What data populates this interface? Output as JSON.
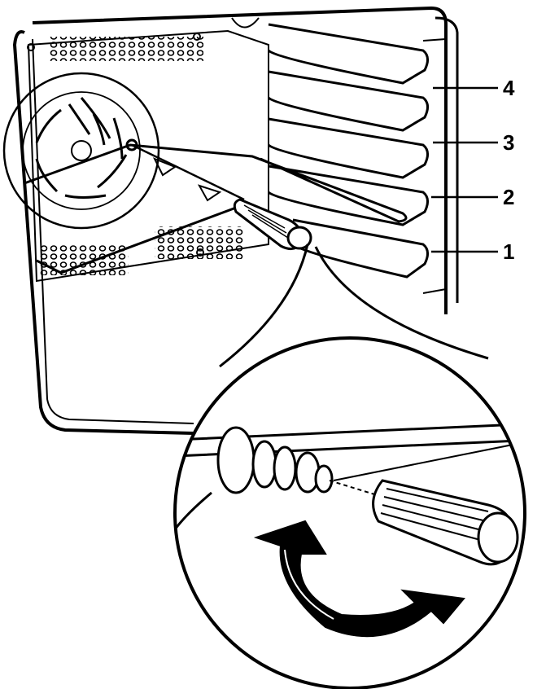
{
  "diagram": {
    "shelf_labels": [
      "4",
      "3",
      "2",
      "1"
    ]
  },
  "colors": {
    "ink": "#000000",
    "paper": "#ffffff"
  },
  "icons": [
    "oven-cavity-icon",
    "convection-fan-icon",
    "rotisserie-spit-icon",
    "handle-icon",
    "rotation-arrow-icon"
  ]
}
